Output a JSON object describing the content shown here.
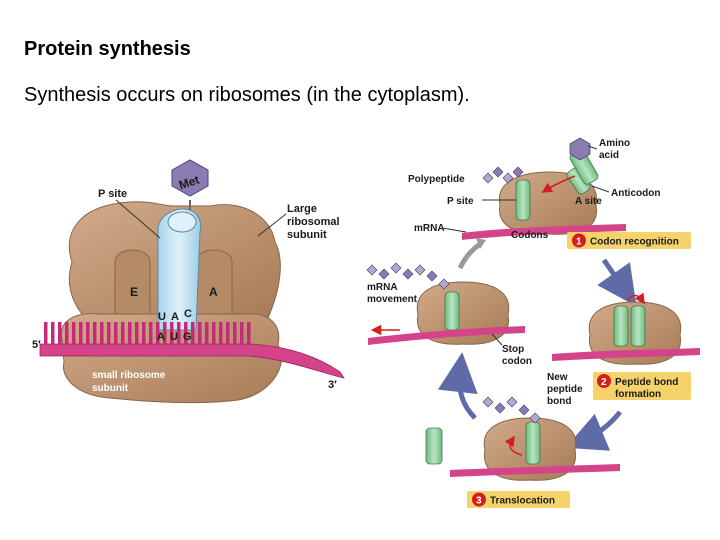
{
  "slide": {
    "title": "Protein synthesis",
    "subtitle": "Synthesis occurs on ribosomes (in the cytoplasm)."
  },
  "left_diagram": {
    "met": "Met",
    "p_site": "P site",
    "large_subunit": [
      "Large",
      "ribosomal",
      "subunit"
    ],
    "site_e": "E",
    "site_a": "A",
    "anticodon": [
      "U",
      "A",
      "C"
    ],
    "codon": [
      "A",
      "U",
      "G"
    ],
    "five_prime": "5′",
    "three_prime": "3′",
    "small_subunit": [
      "small ribosome",
      "subunit"
    ]
  },
  "right_diagram": {
    "amino_acid": [
      "Amino",
      "acid"
    ],
    "polypeptide": "Polypeptide",
    "anticodon": "Anticodon",
    "p_site": "P site",
    "a_site": "A site",
    "mrna": "mRNA",
    "codons": "Codons",
    "mrna_movement": [
      "mRNA",
      "movement"
    ],
    "stop_codon": [
      "Stop",
      "codon"
    ],
    "new_peptide_bond": [
      "New",
      "peptide",
      "bond"
    ],
    "steps": [
      {
        "num": "1",
        "label": "Codon recognition"
      },
      {
        "num": "2",
        "label": "Peptide bond formation"
      },
      {
        "num": "3",
        "label": "Translocation"
      }
    ],
    "step2_lines": [
      "Peptide bond",
      "formation"
    ]
  },
  "colors": {
    "ribosome": "#c49a77",
    "ribosome_dark": "#a87c58",
    "trna_left": "#b8def0",
    "trna_right": "#8fcf9e",
    "mrna": "#c8287a",
    "met": "#8a7bb0",
    "badge_bg": "#f5d36a",
    "badge_num": "#d21f1f",
    "arrow": "#5f6aa8"
  }
}
